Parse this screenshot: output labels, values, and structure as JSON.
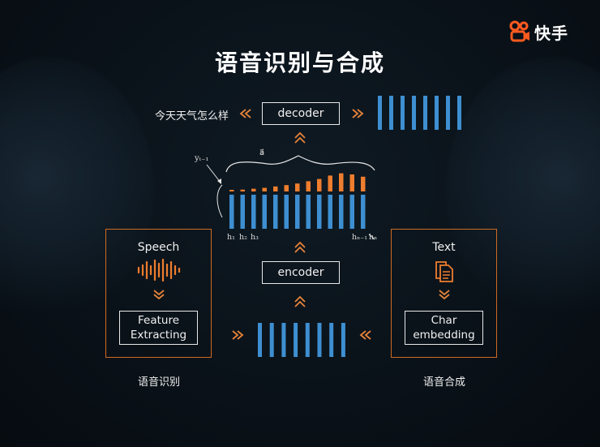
{
  "logo": {
    "text": "快手",
    "accent": "#ff5a1f"
  },
  "title": "语音识别与合成",
  "decoder_label": "decoder",
  "encoder_label": "encoder",
  "decoded_sentence": "今天天气怎么样",
  "left_panel": {
    "label": "Speech",
    "box_label_line1": "Feature",
    "box_label_line2": "Extracting",
    "caption": "语音识别",
    "icon": "waveform-icon"
  },
  "right_panel": {
    "label": "Text",
    "box_label_line1": "Char",
    "box_label_line2": "embedding",
    "caption": "语音合成",
    "icon": "document-icon"
  },
  "hidden_labels": {
    "h1": "h₁",
    "h2": "h₂",
    "h3": "h₃",
    "hn1": "hₙ₋₁",
    "hn": "hₙ"
  },
  "decoder_state_label": "yₜ₋₁",
  "context_label": "a⃗",
  "attention_weights": [
    0.05,
    0.08,
    0.12,
    0.16,
    0.22,
    0.28,
    0.35,
    0.45,
    0.55,
    0.7,
    0.8,
    0.75,
    0.65
  ],
  "colors": {
    "blue": "#3e8fd1",
    "orange": "#ee7d2e",
    "panel_border": "#d06a22",
    "chevron": "#e8843a"
  }
}
